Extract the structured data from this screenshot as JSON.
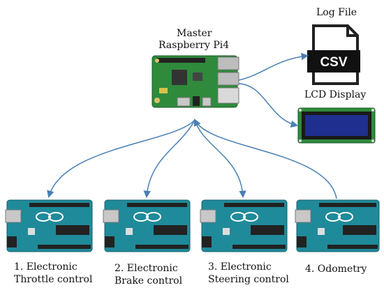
{
  "master": {
    "line1": "Master",
    "line2": "Raspberry Pi4"
  },
  "log_file": {
    "label": "Log File",
    "icon_text": "CSV"
  },
  "lcd": {
    "label": "LCD Display"
  },
  "arduinos": [
    {
      "line1": "1. Electronic",
      "line2": "Throttle control"
    },
    {
      "line1": "2. Electronic",
      "line2": "Brake control"
    },
    {
      "line1": "3. Electronic",
      "line2": "Steering control"
    },
    {
      "line1": "4. Odometry",
      "line2": ""
    }
  ],
  "colors": {
    "arrow": "#4a7fb5",
    "pcb_green": "#2f8a3c",
    "arduino_teal": "#1f8a9a",
    "lcd_blue": "#1e2f8f"
  }
}
